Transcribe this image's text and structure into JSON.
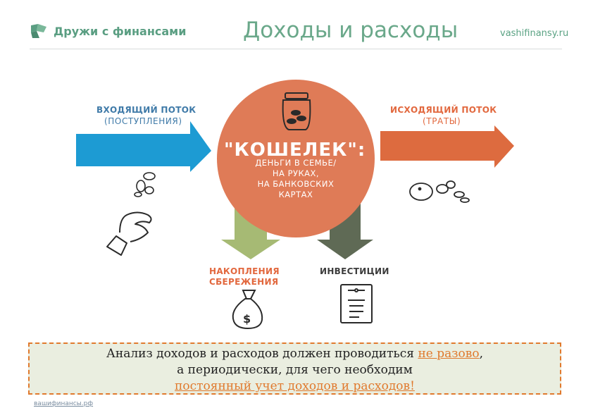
{
  "header": {
    "brand_text": "Дружи с финансами",
    "title": "Доходы и расходы",
    "site": "vashifinansy.ru"
  },
  "diagram": {
    "incoming": {
      "title": "ВХОДЯЩИЙ ПОТОК",
      "subtitle": "(ПОСТУПЛЕНИЯ)"
    },
    "outgoing": {
      "title": "ИСХОДЯЩИЙ ПОТОК",
      "subtitle": "(ТРАТЫ)"
    },
    "wallet": {
      "title": "\"КОШЕЛЕК\":",
      "lines": [
        "ДЕНЬГИ В СЕМЬЕ/",
        "НА РУКАХ,",
        "НА БАНКОВСКИХ",
        "КАРТАХ"
      ]
    },
    "savings": {
      "line1": "НАКОПЛЕНИЯ",
      "line2": "СБЕРЕЖЕНИЯ"
    },
    "investments": {
      "title": "ИНВЕСТИЦИИ"
    },
    "colors": {
      "incoming": "#1d9bd3",
      "outgoing": "#dd6b3f",
      "wallet": "#df7b57",
      "savings": "#a6ba74",
      "investments": "#5f6a55",
      "label_blue": "#3f7aa8",
      "label_orange": "#e2683e",
      "label_dark": "#3c3c3c"
    }
  },
  "note": {
    "line1_start": "Анализ доходов и расходов должен проводиться ",
    "line1_link": "не разово",
    "line1_end": ",",
    "line2": "а периодически, для чего необходим",
    "line3_link": "постоянный учет доходов и расходов!",
    "source_link": "вашифинансы.рф"
  }
}
